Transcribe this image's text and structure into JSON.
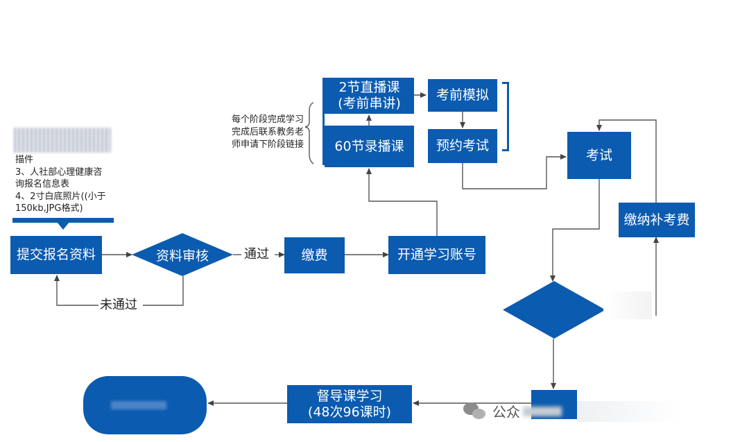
{
  "nodes": {
    "submit": "提交报名资料",
    "review": "资料审核",
    "pay": "缴费",
    "open_account": "开通学习账号",
    "live": "2节直播课\n(考前串讲)",
    "recorded": "60节录播课",
    "mock": "考前模拟",
    "book": "预约考试",
    "exam": "考试",
    "makeup_fee": "缴纳补考费",
    "supervision": "督导课学习\n(48次96课时)"
  },
  "edge_labels": {
    "passed": "通过",
    "not_passed": "未通过"
  },
  "note": "每个阶段完成学习\n完成后联系教务老\n师申请下阶段链接",
  "materials_list": "描件\n3、人社部心理健康咨\n询报名信息表\n4、2寸白底照片((小于\n150kb,JPG格式)",
  "watermark": {
    "text": "公众",
    "icon": "wechat-icon"
  },
  "colors": {
    "box": "#0b5bb0",
    "line": "#555555"
  }
}
